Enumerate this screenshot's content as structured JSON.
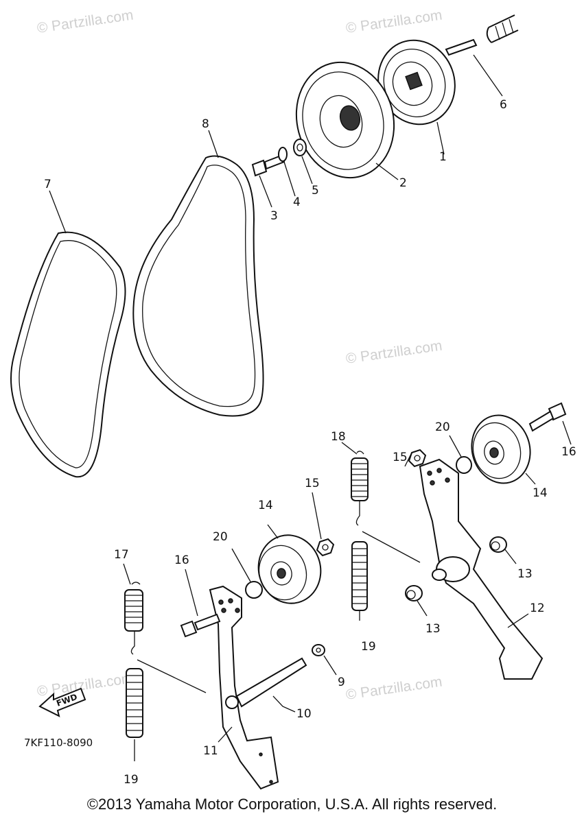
{
  "watermark": "© Partzilla.com",
  "diagram_code": "7KF110-8090",
  "fwd_label": "FWD",
  "copyright": "©2013  Yamaha Motor Corporation, U.S.A. All rights reserved.",
  "labels": {
    "p1": "1",
    "p2": "2",
    "p3": "3",
    "p4": "4",
    "p5": "5",
    "p6": "6",
    "p7": "7",
    "p8": "8",
    "p9": "9",
    "p10": "10",
    "p11": "11",
    "p12": "12",
    "p13a": "13",
    "p13b": "13",
    "p14a": "14",
    "p14b": "14",
    "p15a": "15",
    "p15b": "15",
    "p16a": "16",
    "p16b": "16",
    "p17": "17",
    "p18": "18",
    "p19a": "19",
    "p19b": "19",
    "p20a": "20",
    "p20b": "20"
  }
}
